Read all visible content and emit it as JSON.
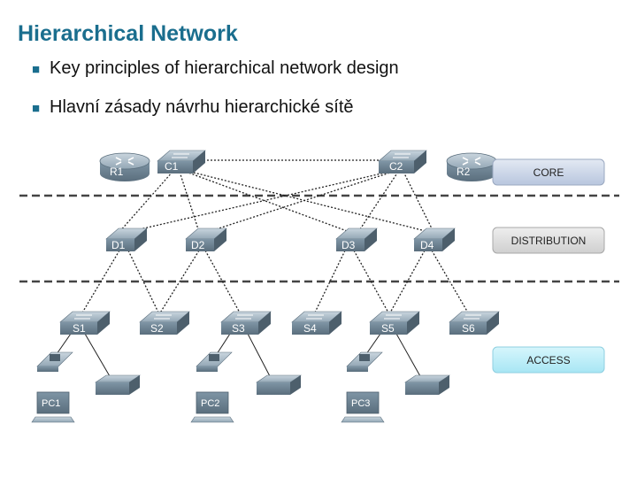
{
  "slide": {
    "title": "Hierarchical Network",
    "bullets": [
      "Key principles of hierarchical network design",
      "Hlavní zásady návrhu hierarchické sítě"
    ]
  },
  "layers": {
    "core": "CORE",
    "distribution": "DISTRIBUTION",
    "access": "ACCESS"
  },
  "devices": {
    "r1": "R1",
    "c1": "C1",
    "c2": "C2",
    "r2": "R2",
    "d1": "D1",
    "d2": "D2",
    "d3": "D3",
    "d4": "D4",
    "s1": "S1",
    "s2": "S2",
    "s3": "S3",
    "s4": "S4",
    "s5": "S5",
    "s6": "S6",
    "pc1": "PC1",
    "pc2": "PC2",
    "pc3": "PC3"
  },
  "colors": {
    "core_box": "#ccd6e8",
    "distribution_box": "#dcdcdc",
    "access_box": "#bdeef8",
    "device": "#7f95a5",
    "title": "#1a6e8e"
  }
}
